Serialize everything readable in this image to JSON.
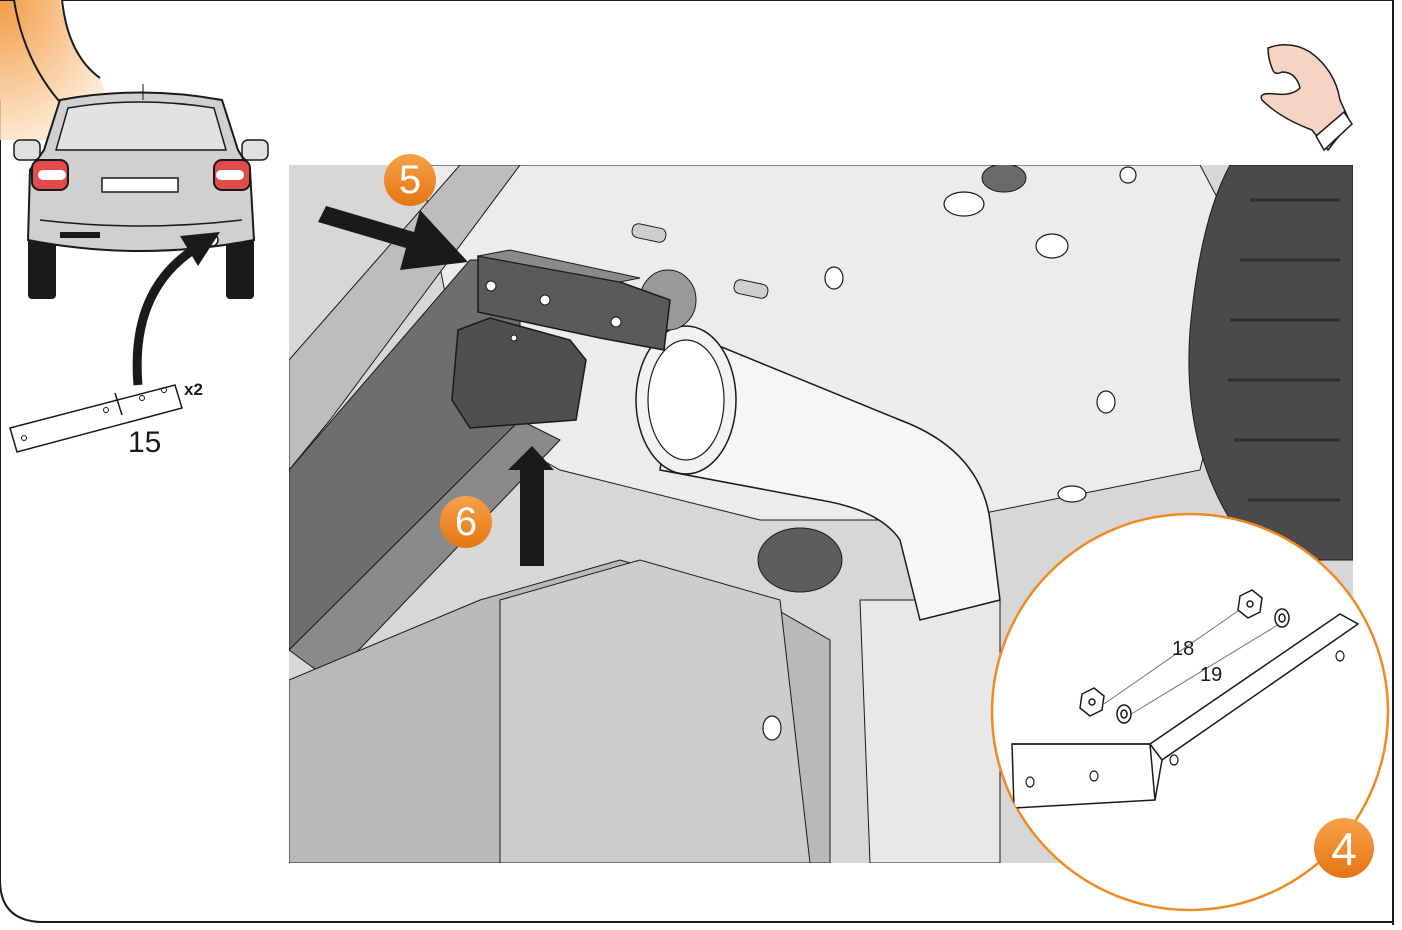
{
  "colors": {
    "accent_orange": "#f08a24",
    "frame_black": "#1a1a1a",
    "panel_gray": "#d6d6d6",
    "dark_part": "#555555",
    "light_fill": "#ececec"
  },
  "steps": {
    "step4": "4",
    "step5": "5",
    "step6": "6"
  },
  "parts": {
    "bracket_number": "15",
    "bracket_qty": "x2",
    "nut_number": "18",
    "washer_number": "19"
  },
  "icons": {
    "corner_tab": "orange-corner-tab",
    "hand": "pinch-hand-icon",
    "car": "car-rear-view-icon",
    "arrow_car": "curved-arrow-icon",
    "arrow5": "push-arrow-icon",
    "arrow6": "lift-arrow-icon"
  }
}
